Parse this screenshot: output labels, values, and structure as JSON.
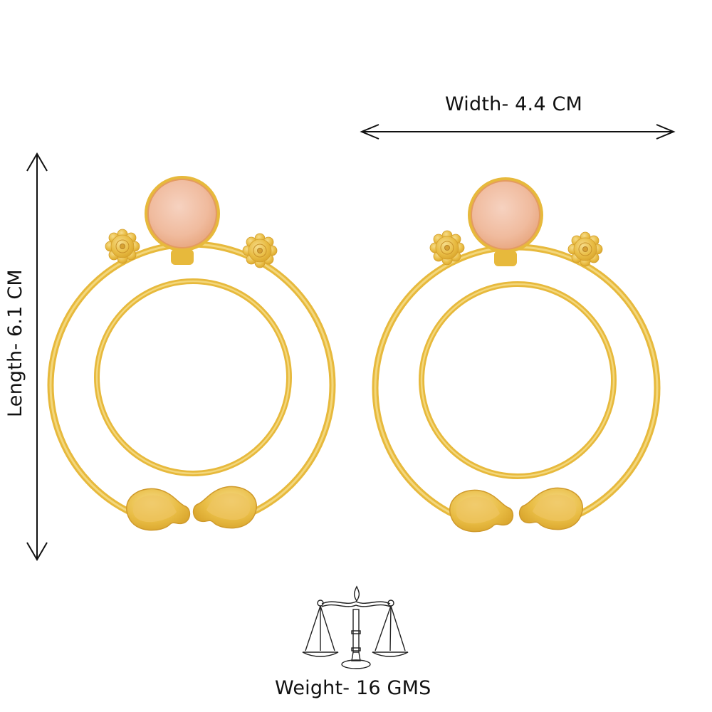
{
  "dimensions": {
    "width_label": "Width- 4.4 CM",
    "length_label": "Length- 6.1 CM",
    "weight_label": "Weight- 16 GMS"
  },
  "icons": {
    "weight": "balance-scale-icon",
    "width_arrow": "double-arrow-horizontal-icon",
    "length_arrow": "double-arrow-vertical-icon"
  },
  "product": {
    "description": "Pair of gold-tone double hoop earrings with round peach stone, floral studs and paisley ends",
    "colors": {
      "gold": "#e7b93c",
      "gold_light": "#f3d77c",
      "stone": "#f2c0a6",
      "stone_rim": "#e8a06a",
      "line": "#111111"
    }
  }
}
